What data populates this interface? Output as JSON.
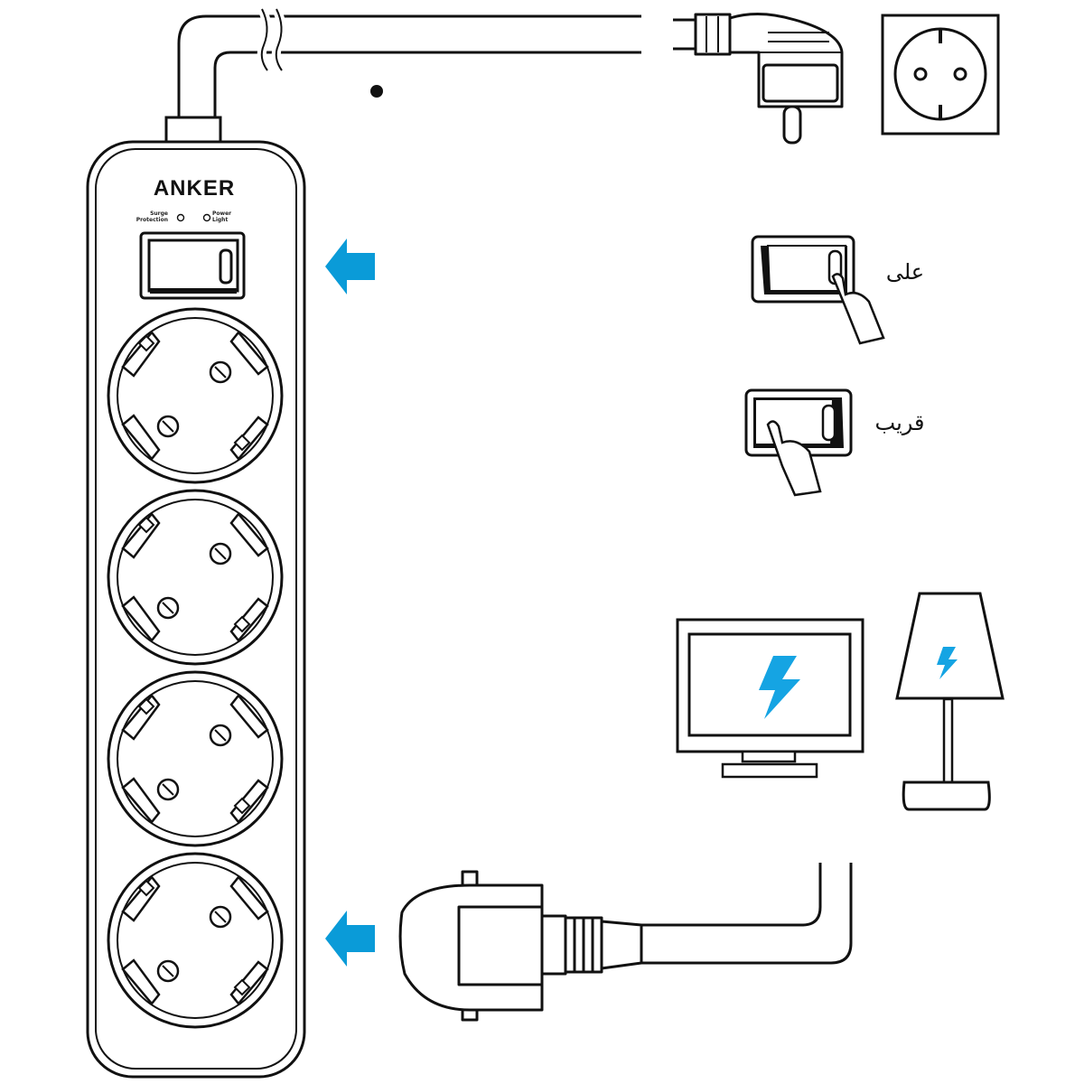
{
  "strip": {
    "brand": "ANKER",
    "indicator_surge": "Surge\nProtection",
    "indicator_power": "Power\nLight",
    "socket_count": 4
  },
  "switch_states": {
    "on_label": "على",
    "off_label": "قريب"
  },
  "colors": {
    "arrow": "#0A9BD8",
    "bolt": "#15A4E3",
    "outline": "#111111"
  },
  "icons": [
    "wall-plug-icon",
    "wall-socket-icon",
    "switch-on-icon",
    "switch-off-icon",
    "tv-icon",
    "lamp-icon",
    "device-plug-icon",
    "arrow-left-icon"
  ]
}
